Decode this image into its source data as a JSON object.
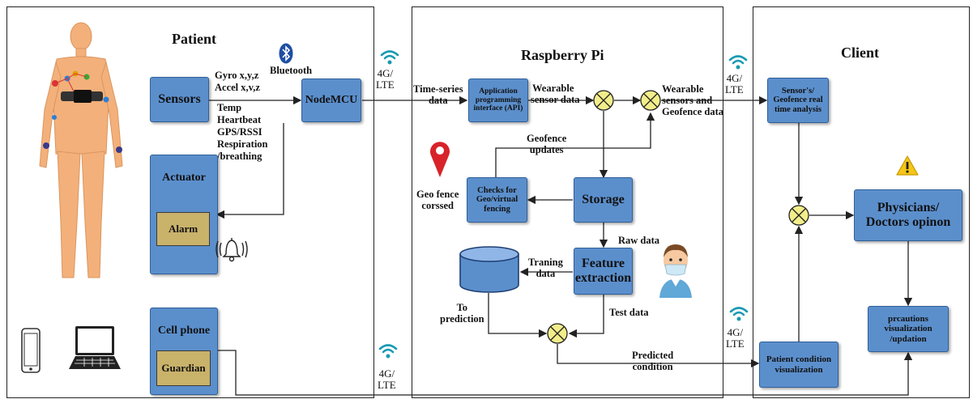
{
  "sections": {
    "patient": "Patient",
    "raspberry": "Raspberry Pi",
    "client": "Client"
  },
  "patient": {
    "sensors": "Sensors",
    "sensor_readings": [
      "Gyro x,y,z",
      "Accel x,v,z",
      "Temp",
      "Heartbeat",
      "GPS/RSSI",
      "Respiration",
      "/breathing"
    ],
    "bluetooth": "Bluetooth",
    "nodemcu": "NodeMCU",
    "actuator": "Actuator",
    "alarm": "Alarm",
    "cell_phone": "Cell phone",
    "guardian": "Guardian"
  },
  "network": {
    "line1": "4G/",
    "line2": "LTE"
  },
  "raspberry": {
    "api": "Application programming interface (API)",
    "time_series": [
      "Time-series",
      "data"
    ],
    "wearable_sensor": [
      "Wearable",
      "sensor data"
    ],
    "wearable_geofence": [
      "Wearable",
      "sensors and",
      "Geofence data"
    ],
    "geofence_updates": [
      "Geofence",
      "updates"
    ],
    "checks": "Checks for Geo/virtual fencing",
    "geo_crossed": [
      "Geo fence",
      "corssed"
    ],
    "storage": "Storage",
    "raw_data": "Raw data",
    "feature": "Feature extraction",
    "training": [
      "Traning",
      "data"
    ],
    "to_prediction": [
      "To",
      "prediction"
    ],
    "test_data": "Test data",
    "predicted": [
      "Predicted",
      "condition"
    ]
  },
  "client": {
    "realtime": "Sensor's/ Geofence real time analysis",
    "physicians": "Physicians/ Doctors opinon",
    "precautions": "prcautions visualization /updation",
    "patient_vis": "Patient condition visualization"
  },
  "colors": {
    "box_blue": "#5b8fcc",
    "inner_gold": "#c9b26a",
    "junction_yellow": "#f2ee8a",
    "geofence_red": "#d8232a",
    "warning_yellow": "#f5c518"
  }
}
